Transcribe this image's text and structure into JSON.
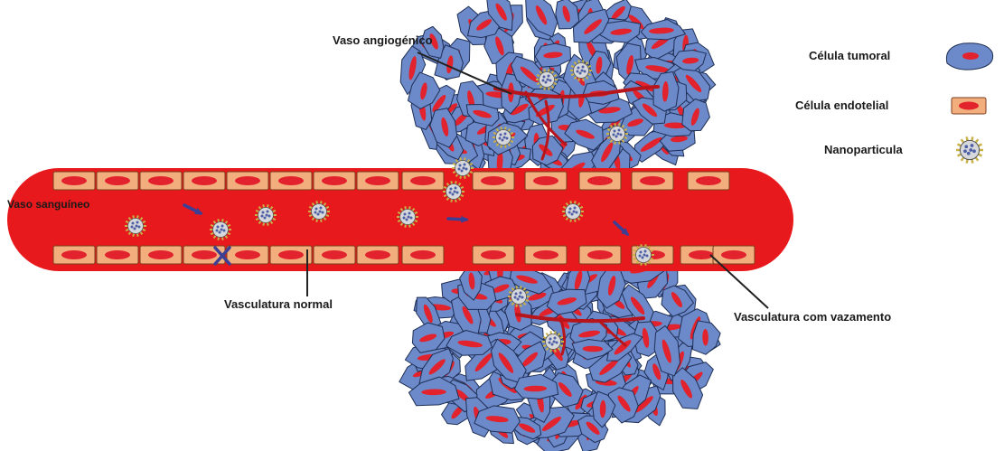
{
  "labels": {
    "angiogenic_vessel": "Vaso angiogénico",
    "blood_vessel": "Vaso sanguíneo",
    "normal_vasculature": "Vasculatura normal",
    "leaky_vasculature": "Vasculatura com vazamento"
  },
  "legend": {
    "items": [
      {
        "label": "Célula tumoral",
        "icon": "tumor-cell-icon"
      },
      {
        "label": "Célula endotelial",
        "icon": "endothelial-cell-icon"
      },
      {
        "label": "Nanoparticula",
        "icon": "nanoparticle-icon"
      }
    ]
  },
  "colors": {
    "vessel": "#e8191c",
    "tumor_cell": "#6c89c9",
    "tumor_nucleus": "#e2222c",
    "endothelial_cell": "#f2ae7d",
    "endothelial_nucleus": "#e2222c",
    "arrow": "#3d3f95",
    "nanoparticle_core": "#d6d8dc",
    "nanoparticle_dots": "#4f5fa6",
    "nanoparticle_spikes": "#c9b24a"
  }
}
